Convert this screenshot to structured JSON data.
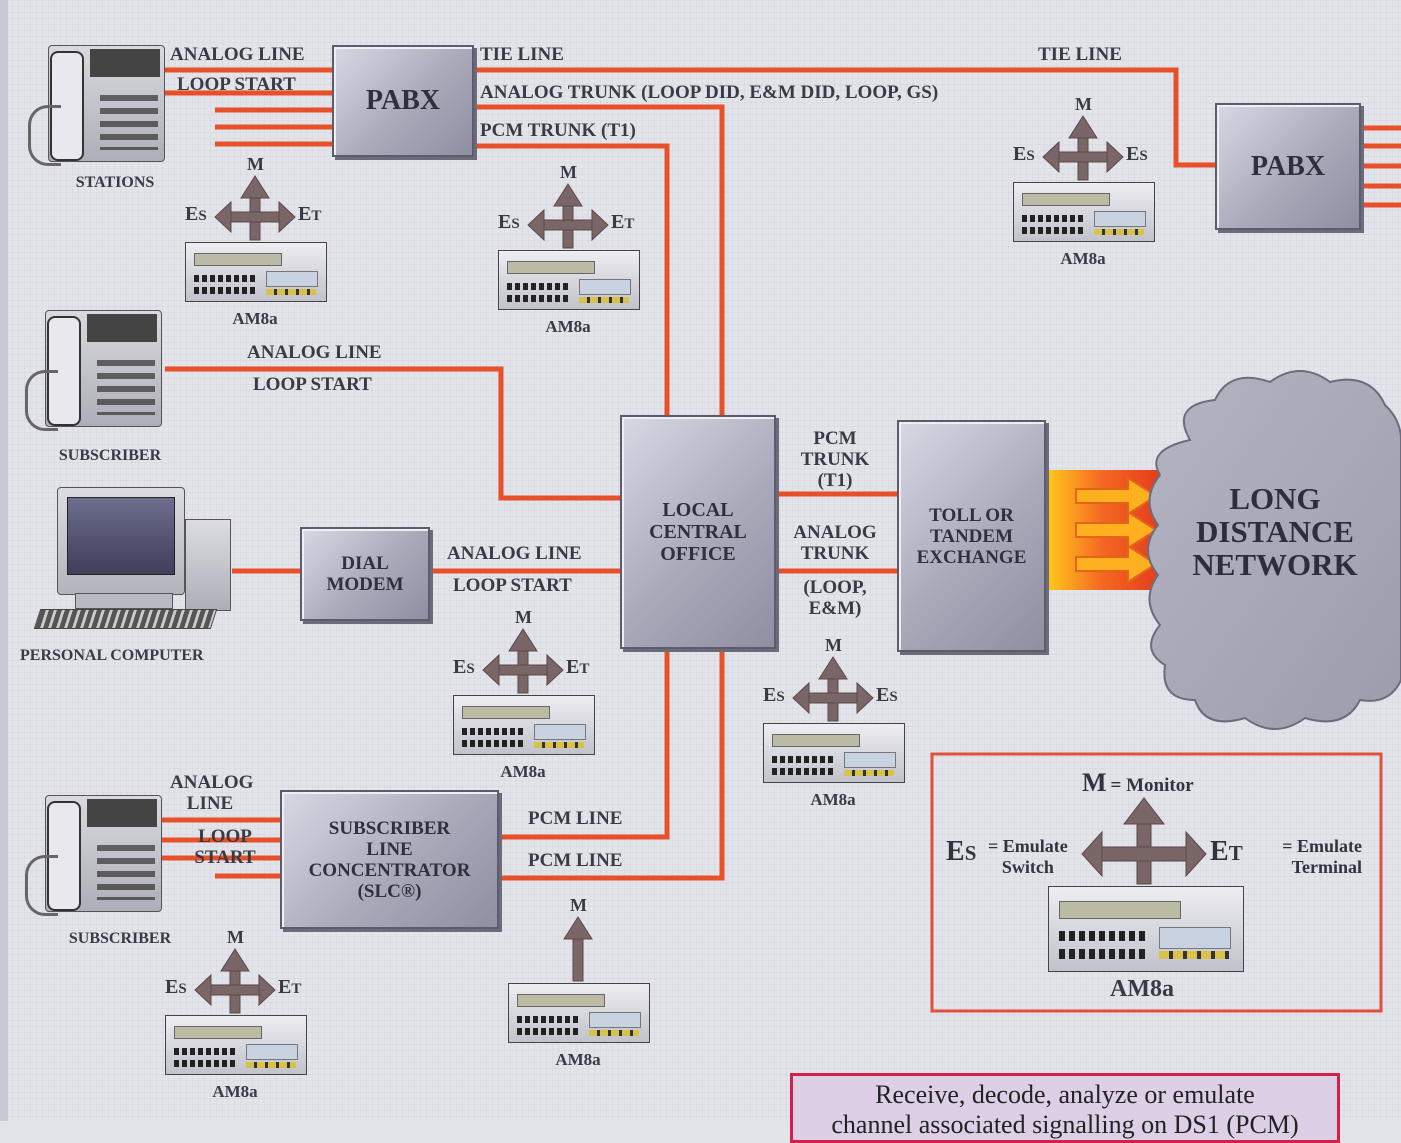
{
  "line_labels": {
    "analog_line_1": "ANALOG LINE",
    "loop_start_1": "LOOP START",
    "tie_line_1": "TIE LINE",
    "analog_trunk_1": "ANALOG TRUNK (LOOP DID, E&M DID, LOOP, GS)",
    "pcm_trunk_1": "PCM TRUNK (T1)",
    "tie_line_2": "TIE LINE",
    "analog_line_2": "ANALOG LINE",
    "loop_start_2": "LOOP START",
    "analog_line_3": "ANALOG LINE",
    "loop_start_3": "LOOP START",
    "pcm_trunk_2a": "PCM",
    "pcm_trunk_2b": "TRUNK",
    "pcm_trunk_2c": "(T1)",
    "analog_trunk_2a": "ANALOG",
    "analog_trunk_2b": "TRUNK",
    "analog_trunk_2c": "(LOOP,",
    "analog_trunk_2d": "E&M)",
    "analog_line_4a": "ANALOG",
    "analog_line_4b": "LINE",
    "loop_start_4a": "LOOP",
    "loop_start_4b": "START",
    "pcm_line_1": "PCM LINE",
    "pcm_line_2": "PCM LINE"
  },
  "boxes": {
    "pabx_left": "PABX",
    "pabx_right": "PABX",
    "local_central_office": [
      "LOCAL",
      "CENTRAL",
      "OFFICE"
    ],
    "toll_exchange": [
      "TOLL OR",
      "TANDEM",
      "EXCHANGE"
    ],
    "dial_modem": [
      "DIAL",
      "MODEM"
    ],
    "slc": [
      "SUBSCRIBER",
      "LINE",
      "CONCENTRATOR",
      "(SLC®)"
    ]
  },
  "endpoints": {
    "stations": "STATIONS",
    "subscriber_1": "SUBSCRIBER",
    "personal_computer": "PERSONAL COMPUTER",
    "subscriber_2": "SUBSCRIBER"
  },
  "network": [
    "LONG",
    "DISTANCE",
    "NETWORK"
  ],
  "arrow_labels": {
    "m": "M",
    "e": "E",
    "s": "S",
    "t": "T"
  },
  "device_label": "AM8a",
  "legend": {
    "m": "M",
    "m_text": "= Monitor",
    "es_e": "E",
    "es_sub": "S",
    "es_text1": "= Emulate",
    "es_text2": "Switch",
    "et_e": "E",
    "et_sub": "T",
    "et_text1": "= Emulate",
    "et_text2": "Terminal",
    "device": "AM8a"
  },
  "note": {
    "line1": "Receive, decode, analyze or emulate",
    "line2": "channel associated signalling on DS1 (PCM)"
  },
  "colors": {
    "line": "#e8502a",
    "box_border": "#5c5c6c",
    "arrow": "#7a6666",
    "legend_border": "#e0503a",
    "note_border": "#d1204a"
  }
}
